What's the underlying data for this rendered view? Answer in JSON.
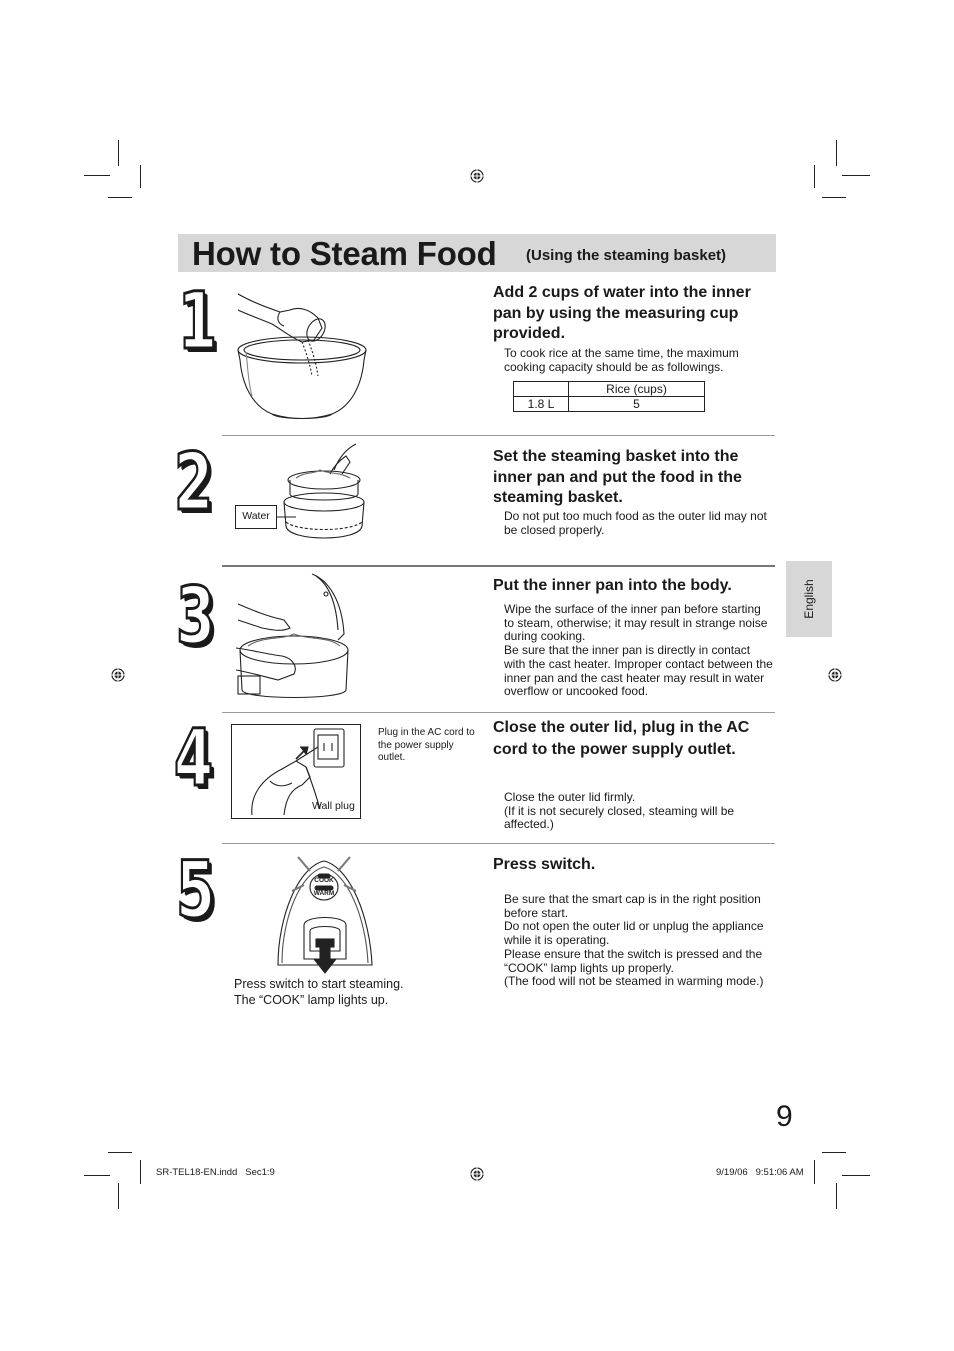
{
  "header": {
    "title": "How to Steam Food",
    "subtitle": "(Using the steaming basket)"
  },
  "side_tab": {
    "label": "English"
  },
  "steps": [
    {
      "number": "1",
      "heading": "Add 2 cups of water into the inner pan by using the measuring cup provided.",
      "body": "To cook rice at the same time, the maximum cooking capacity should be as followings.",
      "table": {
        "header": [
          "",
          "Rice (cups)"
        ],
        "rows": [
          [
            "1.8 L",
            "5"
          ]
        ]
      }
    },
    {
      "number": "2",
      "heading": "Set the steaming basket into the inner pan and put the food in the steaming basket.",
      "body": "Do not put too much food as the outer lid may not be closed properly.",
      "figure_label": "Water"
    },
    {
      "number": "3",
      "heading": "Put the inner pan into the body.",
      "body": "Wipe the surface of the inner pan before starting to steam, otherwise; it may result in strange noise during cooking.\nBe sure that the inner pan is directly in contact with the cast heater. Improper contact between the inner pan and the cast heater may result in water overflow or uncooked food."
    },
    {
      "number": "4",
      "heading": "Close the outer lid, plug in the AC cord to the power supply outlet.",
      "body": "Close the outer lid firmly.\n(If it is not securely closed, steaming will be affected.)",
      "figure_note": "Plug in the AC cord to the power supply outlet.",
      "figure_label": "Wall plug"
    },
    {
      "number": "5",
      "heading": "Press switch.",
      "body": "Be sure that the smart cap is in the right position before start.\nDo not open the outer lid or unplug the appliance while it is operating.\nPlease ensure that the switch is pressed and the “COOK” lamp lights up properly.\n(The food will not be steamed in warming mode.)",
      "figure_caption": "Press switch to start steaming.\nThe “COOK” lamp lights up.",
      "panel_cook": "COOK",
      "panel_warm": "WARM"
    }
  ],
  "page_number": "9",
  "footer": {
    "file": "SR-TEL18-EN.indd   Sec1:9",
    "timestamp": "9/19/06   9:51:06 AM"
  }
}
